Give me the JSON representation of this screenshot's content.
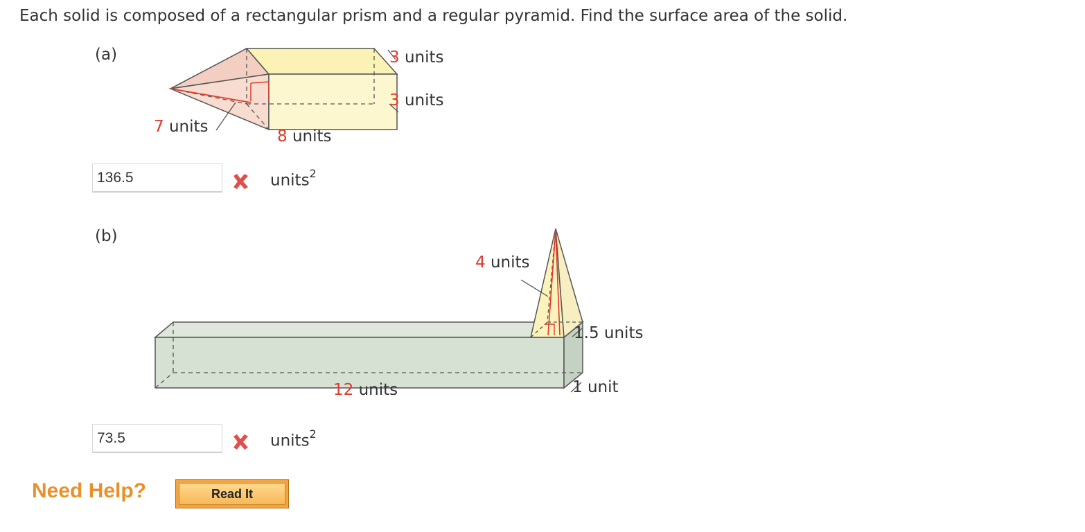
{
  "instructions": "Each solid is composed of a rectangular prism and a regular pyramid. Find the surface area of the solid.",
  "parts": [
    {
      "label": "(a)",
      "dims": {
        "top": "units",
        "top_num": "3",
        "side": "units",
        "side_num": "3",
        "bottom": "units",
        "bottom_num": "8",
        "slant": "units",
        "slant_num": "7"
      },
      "answer": "136.5",
      "status": "incorrect",
      "unit_text": "units",
      "unit_exp": "2"
    },
    {
      "label": "(b)",
      "dims": {
        "slant_num": "4",
        "slant": "units",
        "base_num": "1",
        "base": ".5 units",
        "height_num": "1",
        "height": "unit",
        "length_num": "12",
        "length": "units"
      },
      "answer": "73.5",
      "status": "incorrect",
      "unit_text": "units",
      "unit_exp": "2"
    }
  ],
  "help": {
    "title": "Need Help?",
    "button": "Read It"
  },
  "colors": {
    "accent_red": "#e03a2a",
    "help_orange": "#e8902c",
    "prism_a": "#fdf7cf",
    "pyramid_a": "#f5d7cc",
    "prism_b": "#d6e0d3"
  }
}
